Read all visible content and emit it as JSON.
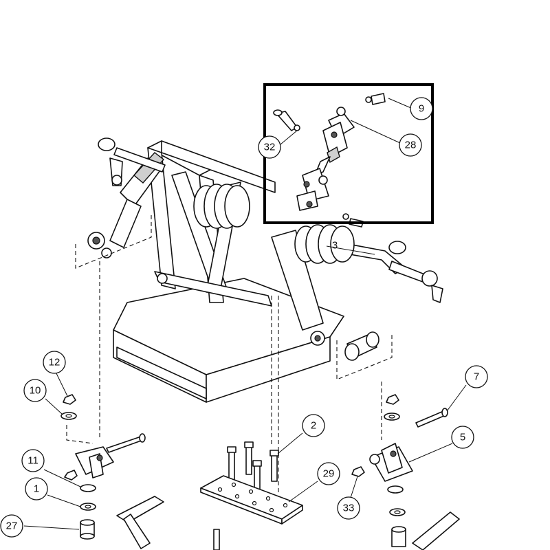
{
  "callouts": [
    {
      "id": "9",
      "label": "9"
    },
    {
      "id": "28",
      "label": "28"
    },
    {
      "id": "32",
      "label": "32"
    },
    {
      "id": "3",
      "label": "3"
    },
    {
      "id": "12",
      "label": "12"
    },
    {
      "id": "10",
      "label": "10"
    },
    {
      "id": "11",
      "label": "11"
    },
    {
      "id": "1",
      "label": "1"
    },
    {
      "id": "27",
      "label": "27"
    },
    {
      "id": "2",
      "label": "2"
    },
    {
      "id": "29",
      "label": "29"
    },
    {
      "id": "7",
      "label": "7"
    },
    {
      "id": "5",
      "label": "5"
    },
    {
      "id": "33",
      "label": "33"
    }
  ],
  "colors": {
    "line": "#111111",
    "background": "#ffffff",
    "highlight_box": "#000000"
  }
}
